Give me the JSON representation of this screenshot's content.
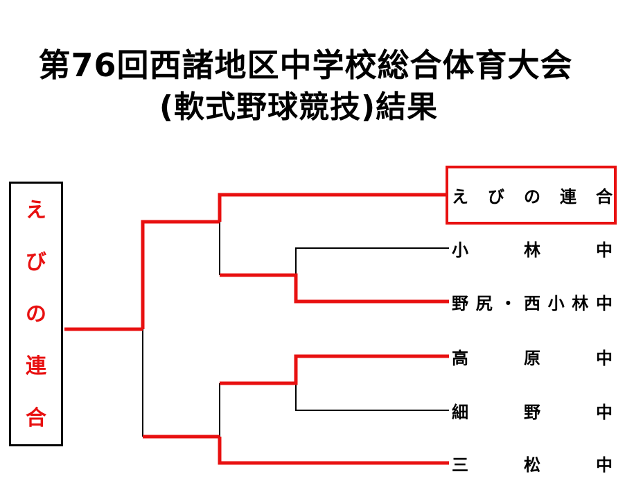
{
  "title": {
    "line1": "第76回西諸地区中学校総合体育大会",
    "line2": "(軟式野球競技)結果"
  },
  "champion": {
    "chars": [
      "え",
      "び",
      "の",
      "連",
      "合"
    ]
  },
  "teams": [
    {
      "chars": [
        "え",
        "び",
        "の",
        "連",
        "合"
      ],
      "winner": true
    },
    {
      "chars": [
        "小",
        "林",
        "中"
      ],
      "winner": false
    },
    {
      "chars": [
        "野",
        "尻",
        "・",
        "西",
        "小",
        "林",
        "中"
      ],
      "winner": false
    },
    {
      "chars": [
        "高",
        "原",
        "中"
      ],
      "winner": false
    },
    {
      "chars": [
        "細",
        "野",
        "中"
      ],
      "winner": false
    },
    {
      "chars": [
        "三",
        "松",
        "中"
      ],
      "winner": false
    }
  ],
  "colors": {
    "win_line": "#e81010",
    "lose_line": "#000000"
  }
}
